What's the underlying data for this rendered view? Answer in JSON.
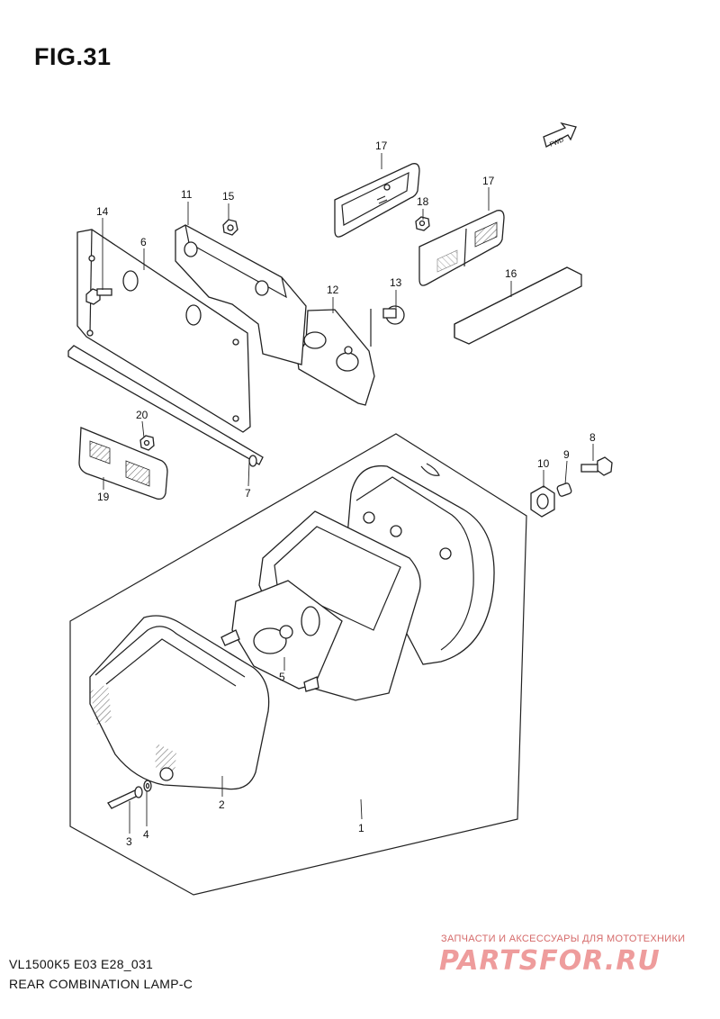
{
  "figure": {
    "title": "FIG.31",
    "fwd_label": "FWD"
  },
  "footer": {
    "line1": "VL1500K5 E03 E28_031",
    "line2": "REAR COMBINATION LAMP-C"
  },
  "watermark": {
    "caption": "ЗАПЧАСТИ И АКСЕССУАРЫ ДЛЯ МОТОТЕХНИКИ",
    "logo": "PARTSFOR.RU"
  },
  "callouts": [
    "1",
    "2",
    "3",
    "4",
    "5",
    "6",
    "7",
    "8",
    "9",
    "10",
    "11",
    "12",
    "13",
    "14",
    "15",
    "16",
    "17",
    "17",
    "18",
    "19",
    "20"
  ]
}
